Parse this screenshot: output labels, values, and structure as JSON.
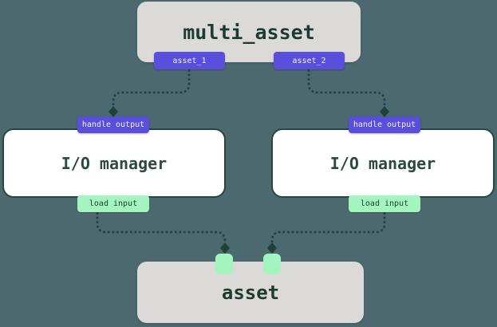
{
  "diagram": {
    "background_color": "#4D6970",
    "edge_color": "#20413A",
    "nodes": {
      "multi_asset": {
        "label": "multi_asset",
        "fill": "#DBDAD8",
        "text_color": "#1E3B33"
      },
      "io_manager_left": {
        "label": "I/O manager",
        "fill": "#FFFFFF",
        "border_color": "#27463E"
      },
      "io_manager_right": {
        "label": "I/O manager",
        "fill": "#FFFFFF",
        "border_color": "#27463E"
      },
      "asset": {
        "label": "asset",
        "fill": "#DBDAD8",
        "text_color": "#1E3B33",
        "input_port_count": 2,
        "input_port_color": "#A4F4BF"
      }
    },
    "badges": {
      "asset_1": {
        "label": "asset_1",
        "color": "#5A4EDC"
      },
      "asset_2": {
        "label": "asset_2",
        "color": "#5A4EDC"
      },
      "handle_output_left": {
        "label": "handle output",
        "color": "#5A4EDC"
      },
      "handle_output_right": {
        "label": "handle output",
        "color": "#5A4EDC"
      },
      "load_input_left": {
        "label": "load input",
        "color": "#A4F4BF"
      },
      "load_input_right": {
        "label": "load input",
        "color": "#A4F4BF"
      }
    },
    "edges_desc": {
      "style": "dashed",
      "arrowhead": "diamond",
      "connections": [
        "asset_1 -> handle output (left I/O manager)",
        "asset_2 -> handle output (right I/O manager)",
        "load input (left I/O manager) -> asset input port 1",
        "load input (right I/O manager) -> asset input port 2"
      ]
    }
  }
}
